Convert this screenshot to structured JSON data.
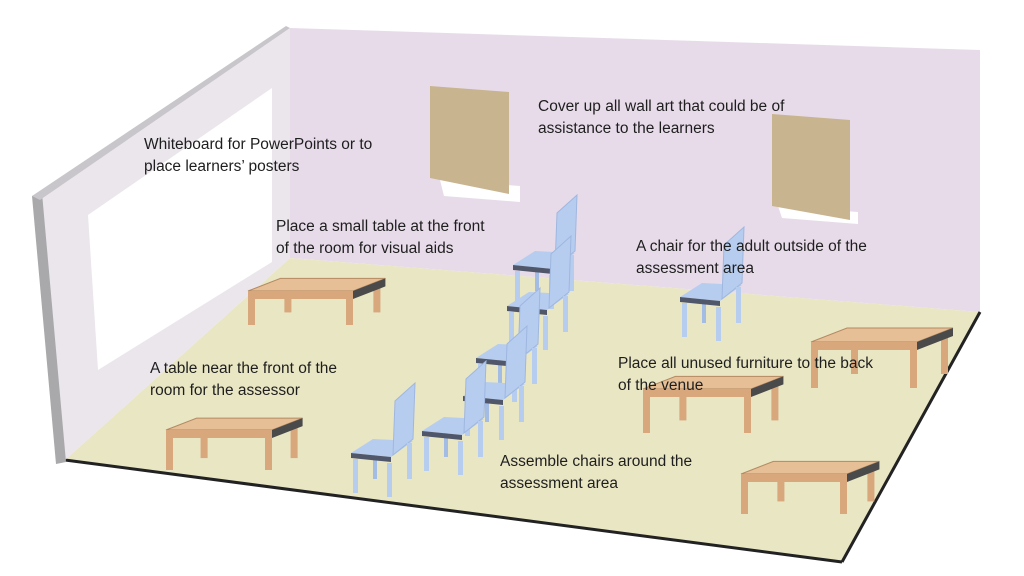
{
  "colors": {
    "back_wall": "#e7dbea",
    "left_wall": "#ebe6ec",
    "wall_edge": "#a9a9ab",
    "floor": "#e9e6c4",
    "floor_edge": "#222222",
    "whiteboard": "#ffffff",
    "wall_art": "#c8b48f",
    "chair": "#b6cdf0",
    "chair_seat_edge": "#50576a",
    "table_top": "#e6bf96",
    "table_legs": "#d8a77c",
    "table_edge": "#4a4a4a"
  },
  "labels": {
    "whiteboard": "Whiteboard for PowerPoints or to\nplace learners’ posters",
    "wall_art": "Cover up all wall art that could be of\nassistance to the learners",
    "small_table": "Place a small table at the front\nof the room for visual aids",
    "adult_chair": "A chair for the adult outside of the\nassessment area",
    "assessor_table": "A table near the front of the\nroom for the assessor",
    "unused_furniture": "Place all unused furniture to the back\nof the venue",
    "assemble_chairs": "Assemble chairs around the\nassessment area"
  },
  "icons": {
    "wall_art": "framed-picture-icon",
    "chair": "chair-icon",
    "table": "wooden-table-icon"
  }
}
